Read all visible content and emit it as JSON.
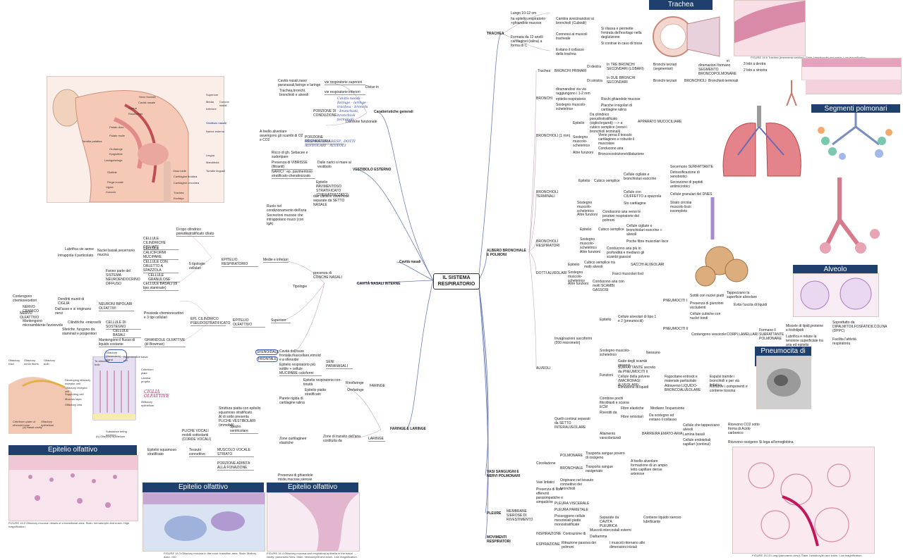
{
  "central": "IL SISTEMA RESPIRATORIO",
  "left": {
    "topics": [
      {
        "key": "char",
        "label": "Caratteristiche generali"
      },
      {
        "key": "vest",
        "label": "VESTIBOLO ESTERNO"
      },
      {
        "key": "nasal",
        "label": "Cavità nasali"
      },
      {
        "key": "pareti",
        "label": "CAVITÀ NASALI INTERNE"
      },
      {
        "key": "faringe",
        "label": "FARINGE E LARINGE"
      }
    ],
    "char_nodes": [
      "Cavità nasali,naso paranasali,faringe e laringe",
      "vie respiratorie superiori",
      "Trachea,bronchi, bronchioli e alveoli",
      "vie respiratorie inferiori",
      "Divise in",
      "PORZIONE DI CONDUZIONE",
      "Divisione funzionale",
      "A livello alveolare avvengono gli scambi di O2 e CO2",
      "PORZIONE RESPIRATORIA"
    ],
    "char_hand": [
      "Cavità nasali - faringe - laringe - trachea - bronchi - bronchioli, bronchioli terminali",
      "BRONCHIOLI RESP., DOTTI ALVEOLARI - ALVEOLI"
    ],
    "vest_nodes": [
      "Ricco di gh. Sebacee e sudoripare",
      "Presenza di VIBRISSE (filtranti)",
      "Dalle narici si mare al vestibolo",
      "NARICI : ep. pavimentoso stratificato cheratinizzato",
      "Epitelio PAVIMENTOSO STRATIFICATO (CHERATINIZZATO)",
      "due camere cavernose separate da SETTO NASALE"
    ],
    "resp_nodes": [
      "Ruolo nel condizionamento dell'aria",
      "Secrezioni mucose che intrappolano muco (con IgA)",
      "Di tipo cilindrico pseudostratificato ciliato",
      "CELLULE CILINDRICHE CIGLIATE",
      "CELLULE CALICIFORMI MUCIPARE",
      "CELLULE CON ORLETTO A SPAZZOLA",
      "Fanno parte del SISTEMA NEUROENDOCRINO DIFFUSO",
      "CELLULE GRANULOSE",
      "CELLULE BASALI (di tipo staminale)",
      "5 tipologie cellulari",
      "EPITELIO RESPIRATORIO",
      "Medie e inferiori",
      "Lubrifica vie aeree",
      "Intrappola il particolato",
      "Nuclei basali,secernono mucina",
      "Tipologie",
      "presenza di CONCHE NASALI"
    ],
    "olf_nodes": [
      "Contengono chemiorecettori",
      "Dendriti muniti di CIGLIA",
      "NEURONI BIPOLARI OLFATTIVI",
      "NERVO CRANICO",
      "Dall'asso e si originano nervi",
      "NERVO OLFATTIVO",
      "Possiede chemiorecettori e 3 tipi cellulari",
      "EPI. CILINDRICO PSEUDOSTRATIFICATO",
      "EPITELIO OLFATTIVO",
      "Superiore",
      "Mantengono microambiente favorevole",
      "Cilindriche +microvilli",
      "CELLULE DI SOSTEGNO",
      "Sferiche, fungono da staminali e progenitori",
      "CELLULE BASALI",
      "Mantengono il flusso di liquido costante",
      "GHIANDOLE OLFATTIVE (di Bowman)"
    ],
    "seni_nodes": [
      "Cavità dell'osso frontale,mascellare,etmoid e e sfenoide",
      "SFENOIDALE",
      "FRONTALE",
      "Epitelio respiratorio più sottile + cellule MUCIPARE calciformi",
      "SENI PARANASALI"
    ],
    "far_nodes": [
      "Epitelio respiratorio con-tinuità",
      "Rinofaringe",
      "Epitelio piatto stratificato",
      "Orofaringe",
      "FARINGE",
      "Parete rigida di cartilagine ialina",
      "Struttura piatta con epitelio squamoso stratificato",
      "Al di sotto presenta PLICHE VESTIBOLARI (immobili)",
      "Spazio ventricolare",
      "PLICHE VOCALI mobili sottostanti (CORDE VOCALI)",
      "Zone cartilaginee elastiche",
      "Zone di transito dell'aria costituita da",
      "LARINGE",
      "Epitelio squamoso stratificato",
      "Tessuto connettivo",
      "MUSCOLO VOCALE STRIATO",
      "PORZIONE ADIBITA ALLA FONAZIONE",
      "Presenza di ghiandole miste,mucose,sierose"
    ]
  },
  "right": {
    "topics": [
      {
        "key": "trachea",
        "label": "TRACHEA"
      },
      {
        "key": "albero",
        "label": "ALBERO BRONCHIALE E POLMONI"
      },
      {
        "key": "vasi",
        "label": "VASI SANGUIGNI E NERVI POLMONARI"
      },
      {
        "key": "pleure",
        "label": "PLEURE"
      },
      {
        "key": "mov",
        "label": "MOVIMENTI RESPIRATORI"
      }
    ],
    "trachea_nodes": [
      "Lungo 10-12 cm",
      "ha epitelio respiratorio +ghiandole mucose",
      "Cambia avvicinandosi ai bronchioli (Cuboidi)",
      "Formata da 12 anelli cartilaginei (ialina) a forma di C",
      "Connessi ai muscoli tracheale",
      "Si rilassa e permette l'entrata dell'esofago nella deglutizione",
      "Si contrae in caso di tosse",
      "Evitano il collasso della trachea"
    ],
    "bronchi_nodes": [
      "Trachea",
      "BRONCHI PRIMARI",
      "Di destra",
      "In TRE BRONCHI SECONDARI (LOBARI)",
      "Bronchi terziari (segmentari)",
      "In ambiente ulteriori diramazioni formano SEGMENTO BRONCOPOLMONARE",
      "3 lobi a destra",
      "2 lobi a sinistra",
      "Di sinistra",
      "In DUE BRONCHI SECONDARI",
      "Bronchi terziari",
      "BRONCHIOLI",
      "Bronchioli terminali",
      "BRONCHI",
      "diramandosi via via raggiungono i 1-2 mm",
      "epitelio respiratorio",
      "Ricchi ghiandole mucose",
      "Sostegno muscolo-scheletrico",
      "Placche irregolari di cartilagine ialina",
      "BRONCHIOLI (1 mm)",
      "Epitelio",
      "Da cilindrico pseudostratificato (ciglio/organdi) ---> a cubico semplice (verso i bronchioli terminali)",
      "APPARATO MUCOCILIARE",
      "Sostegno muscolo-scheletrico",
      "Viene persa il tessuto cartilagineo e robusto il muscolare",
      "Altre funzioni",
      "Conducono aria",
      "Broncocostrizione/dilatazione"
    ],
    "term_nodes": [
      "BRONCHIOLI TERMINALI",
      "Epitelio",
      "Cubico semplice",
      "Cellule cigliate e bronchiolari esocrine",
      "Secernono SURFATTANTE",
      "Detossificazione di xenobiotici",
      "Secrezione di peptidi antimicrobici",
      "Cellule con CIUFFETTO a spazzola",
      "Cellule granulari del DNES",
      "Sostegno muscolo-scheletrico",
      "Sto cartilagine",
      "Strato circolare di muscolo liscio incompleto",
      "Altre funzioni",
      "Conducono aria verso le porzioni respiratorie del polmoni"
    ],
    "resp_nodes": [
      "BRONCHIOLI RESPIRATORI",
      "Epitelio",
      "Cubico semplice",
      "Cellule cigliate e bronchiolari esocrine + alveoli",
      "Sostegno muscolo-scheletrico",
      "Poche fibre muscolari lisce",
      "Altre funzioni",
      "Conducono aria più in profondità e mediano gli scambi gassosi"
    ],
    "dotti_nodes": [
      "DOTTI ALVEOLARI",
      "Epitelio",
      "Cubico semplice tra molti alveoli",
      "SACCHI ALVEOLARI",
      "Sostegno muscolo-scheletrico",
      "Fasci muscolari lisci",
      "Altre funzioni",
      "Conducono aria con molti SCAMBI GASSOSI"
    ],
    "alveoli_nodes": [
      "ALVEOLI",
      "Invaginazioni sacciformi (200 micrometri)",
      "Epitelio",
      "Cellule alveolari di tipo 1 e 2 (pneumociti)",
      "PNEUMOCITI I",
      "Sottili con nuclei piatti",
      "Tappezzano la superficie alveolare",
      "Presenza di giunzioni occludenti",
      "Evita l'uscita di liquidi",
      "Cellule cubiche con nuclei tondi",
      "PNEUMOCITI II",
      "Miscele di lipidi,proteine e fosfolipidi",
      "Soprattutto da DIPALMITOILFOSFATIDILCOLINA (DPPC)",
      "Contengono vescicole",
      "CORPI LAMELLARI",
      "Formano il SURFATTANTE POLMONARE",
      "Lubrifica e riduce la tensione superficiale tra aria ed epitelio",
      "Facilita l'attività respiratoria",
      "Sostegno muscolo-scheletrico",
      "Nessuno",
      "Funzioni",
      "Gade degli scambi gassosi",
      "SURFATTANTE secreto da PNEUMOCITI II",
      "Cellule della polvere (MACROFAGI ALVEOLARI)",
      "Fagocitano entrocit e materiale particolato",
      "Espulsi tramite i bronchioli e per via linfatica",
      "Rimozione di liquidi",
      "Attraverso LIQUIDO-BRONCOALVEOLARE",
      "Rimuove i componenti e contiene tossina",
      "Quelli continui separati da SETTO INTERALVEOLARE",
      "Combine pochi fibroblasti e scarsa ECM",
      "Rivestiti da",
      "Fibre elastiche",
      "Mediano l'espansione",
      "Fibre reticolari",
      "Da sostegno ed evitano il collasso",
      "Allamento vascolarizzati",
      "BARRIERA EMATO-ARIA",
      "Cellule che tappezzano alveoli",
      "Ricevono CO2 sotto forma di Acido carbonico",
      "Lamina basali",
      "Cellule endoteliali capillari (continui)",
      "Ricevono ossigeno",
      "Si lega all'emoglobina"
    ],
    "vasi_nodes": [
      "Circolazione",
      "POLMONARE",
      "Trasporta sangue povero di ossigeno",
      "BRONCHIALE",
      "Trasporta sangue ossigenato",
      "A livello alveolare formazione di un ampio letto capillare dense arteriose",
      "Vasi linfatici",
      "Originano nel tessuto connettivo dei bronchioli",
      "Presenza di fibre efferenti parasimpatiche e simpatiche"
    ],
    "pleure_nodes": [
      "MEMBRANE SIEROSE DI RIVESTIMENTO",
      "PLEURA VISCERALE",
      "PLEURA PARIETALE",
      "Posseggono cellule mesoteliali piatte monostratificate",
      "Separate da CAVITÀ PLEURICA",
      "Contiene liquido sieroso lubrificante"
    ],
    "mov_nodes": [
      "INSPIRAZIONE",
      "Contrazione di",
      "Muscoli intercostali esterni",
      "Diaframma",
      "ESPIRAZIONE",
      "Ritrazione passiva dei polmoni",
      "I muscoli ritornano alle dimensioni iniziali"
    ]
  },
  "panels": {
    "trachea_title": "Trachea",
    "segmenti_title": "Segmenti polmonari",
    "alveolo_title": "Alveolo",
    "pneumo_title": "Pneumocita di tipo II",
    "olf1_title": "Epitelio olfattivo",
    "olf2_title": "Epitelio olfattivo",
    "olf3_title": "Epitelio olfattivo"
  },
  "head_labels": [
    "Seno frontale",
    "Cavità nasale",
    "Coana",
    "Rinofaringe",
    "Palato duro",
    "Palato molle",
    "Orofaringe",
    "Epiglottide",
    "Laringofaringe",
    "Glottide",
    "Piega vocale",
    "Cartilagine tiroidea",
    "Cartilagine cricoidea",
    "Trachea",
    "Esofago",
    "Superiore",
    "Media",
    "Inferiore",
    "Conche nasali",
    "Vestibolo nasale",
    "Narice esterna",
    "Lingua",
    "Mandibola",
    "Osso ioide",
    "Tonsille linguali",
    "Tonsilla palatina",
    "Ugola",
    "Zoccolo"
  ],
  "olf_fig_labels": [
    "Olfactory tract",
    "Olfactory nerve fibers",
    "Olfactory bulb",
    "Developing olfactory receptor cell",
    "Olfactory receptor cell",
    "Supporting cell",
    "Mucous layer",
    "Olfactory cilia",
    "Olfactory epithelium",
    "Cribriform plate of ethmoid bone",
    "Olfactory epithelium",
    "Lamina propria",
    "Cribriform plate",
    "To olfactory bulb",
    "Regenerative basal cell",
    "Substance being smelled",
    "(a) Nasal cavity",
    "(b) Olfactory epithelium"
  ],
  "olf_hand": [
    "CIGLIA OLFATTIVE",
    "Olfactory (Bowman's) gland"
  ],
  "captions": {
    "olf1": "FIGURE 16.2 Olfactory mucosa: details of a transitional area. Stain: hematoxylin and eosin. High magnification.",
    "olf2": "FIGURE 16.3 Olfactory mucosa in the nose: transition area. Stain: Mallory-azan. ×80",
    "olf3": "FIGURE 16.4 Olfactory mucosa and respiratory epithelia in the nasal cavity: panoramic view. Stain: hematoxylin and eosin. Low magnification.",
    "trachea": "FIGURE 16.6 Trachea (transverse section). Stain: hematoxylin and eosin. Low magnification.",
    "lung": "FIGURE 16.13 Lung (panoramic view). Stain: hematoxylin and eosin. Low magnification."
  },
  "colors": {
    "accent": "#1f3f6d",
    "pink": "#c2185b",
    "hand": "#2a3ea0",
    "wire": "#6a7fb8"
  }
}
